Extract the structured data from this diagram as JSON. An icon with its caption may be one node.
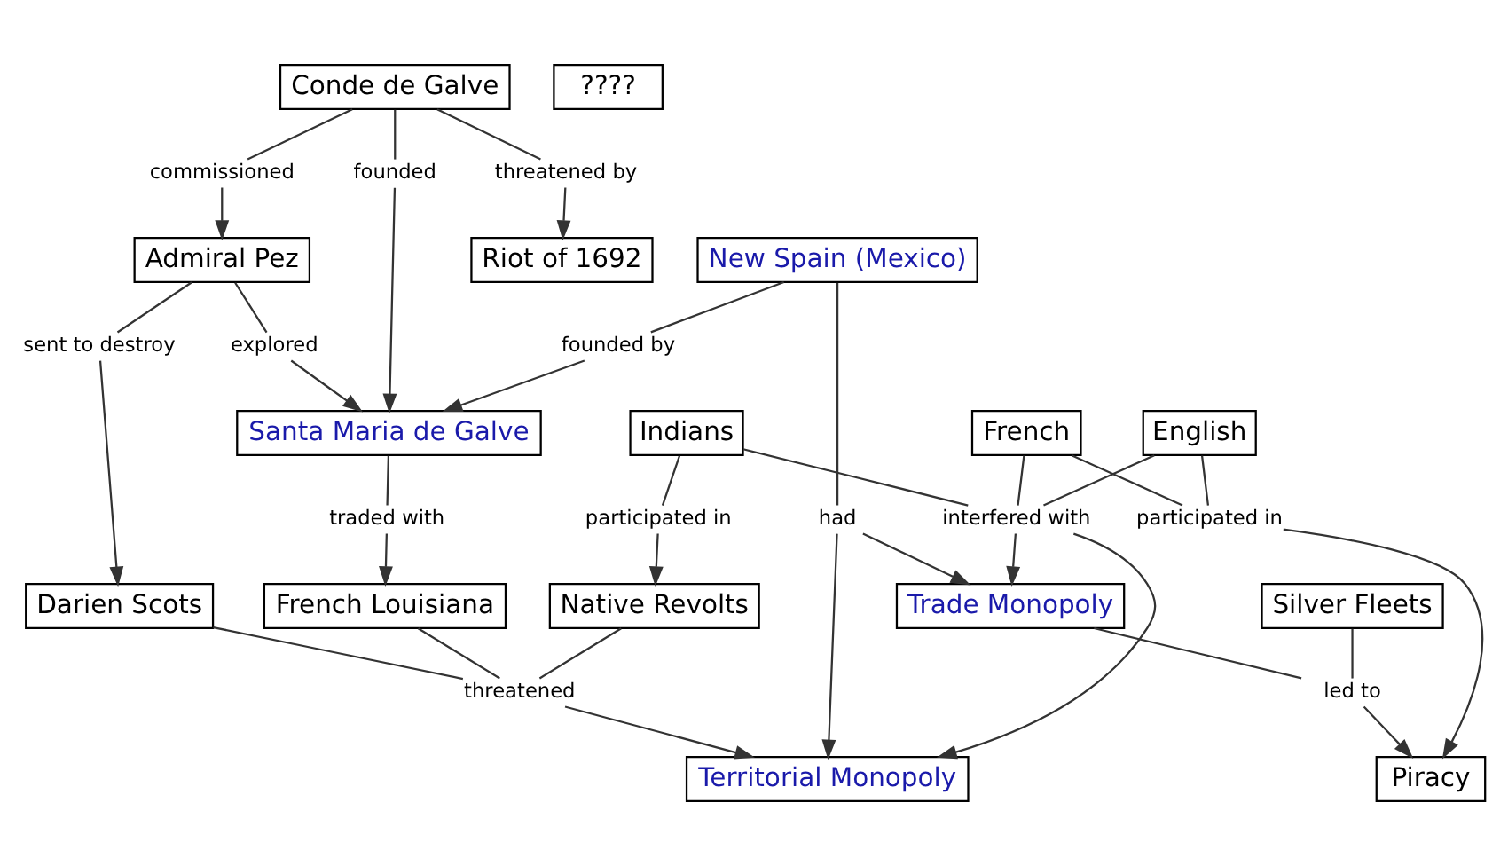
{
  "diagram": {
    "nodes": [
      {
        "text": [
          "Conde de Galve"
        ]
      },
      {
        "text": [
          "commissioned"
        ]
      },
      {
        "text": [
          "Admiral Pez"
        ]
      },
      {
        "text": [
          "founded"
        ]
      },
      {
        "text": [
          "explored"
        ]
      },
      {
        "text": [
          "threatened by"
        ]
      },
      {
        "text": [
          "Santa Maria de Galve"
        ]
      },
      {
        "text": [
          "sent to destroy"
        ]
      },
      {
        "text": [
          "founded by"
        ]
      },
      {
        "text": [
          "traded with"
        ]
      },
      {
        "text": [
          "Riot of 1692"
        ]
      },
      {
        "text": [
          "Darien Scots"
        ]
      },
      {
        "text": [
          "New Spain (Mexico)"
        ]
      },
      {
        "text": [
          "French Louisiana"
        ]
      },
      {
        "text": [
          "Silver Fleets"
        ]
      },
      {
        "text": [
          "Trade Monopoly"
        ]
      },
      {
        "text": [
          "had"
        ]
      },
      {
        "text": [
          "Territorial Monopoly"
        ]
      },
      {
        "text": [
          "threatened"
        ]
      },
      {
        "text": [
          "led to"
        ]
      },
      {
        "text": [
          "English"
        ]
      },
      {
        "text": [
          "interfered with"
        ]
      },
      {
        "text": [
          "Indians"
        ]
      },
      {
        "text": [
          "participated in"
        ]
      },
      {
        "text": [
          "Native Revolts"
        ]
      },
      {
        "text": [
          "Piracy"
        ]
      },
      {
        "text": [
          "participated in"
        ]
      },
      {
        "text": [
          "French"
        ]
      },
      {
        "text": [
          "????"
        ]
      }
    ],
    "edges": [
      {
        "from": 0,
        "to": 1,
        "arrow": "none"
      },
      {
        "from": 1,
        "to": 2,
        "arrow": "to"
      },
      {
        "from": 0,
        "to": 3,
        "arrow": "none"
      },
      {
        "from": 3,
        "to": 6,
        "arrow": "to"
      },
      {
        "from": 2,
        "to": 4,
        "arrow": "none"
      },
      {
        "from": 4,
        "to": 6,
        "arrow": "to"
      },
      {
        "from": 0,
        "to": 5,
        "arrow": "none"
      },
      {
        "from": 5,
        "to": 10,
        "arrow": "to"
      },
      {
        "from": 2,
        "to": 7,
        "arrow": "none"
      },
      {
        "from": 7,
        "to": 11,
        "arrow": "to"
      },
      {
        "from": 12,
        "to": 8,
        "arrow": "none"
      },
      {
        "from": 8,
        "to": 6,
        "arrow": "to"
      },
      {
        "from": 6,
        "to": 9,
        "arrow": "none"
      },
      {
        "from": 9,
        "to": 13,
        "arrow": "to"
      },
      {
        "from": 12,
        "to": 16,
        "arrow": "none"
      },
      {
        "from": 16,
        "to": 15,
        "arrow": "to"
      },
      {
        "from": 16,
        "to": 17,
        "arrow": "to"
      },
      {
        "from": 13,
        "to": 18,
        "arrow": "none"
      },
      {
        "from": 11,
        "to": 18,
        "arrow": "none"
      },
      {
        "from": 24,
        "to": 18,
        "arrow": "none"
      },
      {
        "from": 18,
        "to": 17,
        "arrow": "to"
      },
      {
        "from": 14,
        "to": 19,
        "arrow": "none"
      },
      {
        "from": 15,
        "to": 19,
        "arrow": "none"
      },
      {
        "from": 19,
        "to": 25,
        "arrow": "to"
      },
      {
        "from": 20,
        "to": 21,
        "arrow": "none"
      },
      {
        "from": 22,
        "to": 21,
        "arrow": "none"
      },
      {
        "from": 27,
        "to": 21,
        "arrow": "none"
      },
      {
        "from": 21,
        "to": 15,
        "arrow": "to"
      },
      {
        "from": 21,
        "to": 17,
        "arrow": "to"
      },
      {
        "from": 22,
        "to": 23,
        "arrow": "none"
      },
      {
        "from": 23,
        "to": 24,
        "arrow": "to"
      },
      {
        "from": 20,
        "to": 26,
        "arrow": "none"
      },
      {
        "from": 27,
        "to": 26,
        "arrow": "none"
      },
      {
        "from": 26,
        "to": 25,
        "arrow": "to"
      }
    ]
  }
}
